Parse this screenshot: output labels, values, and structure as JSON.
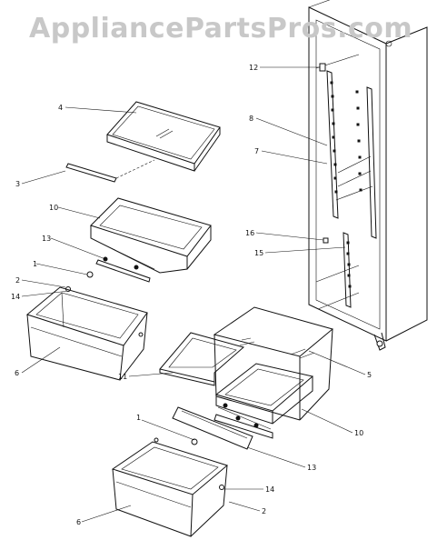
{
  "watermark": "AppliancePartsPros.com",
  "callouts": [
    {
      "id": "c-12-top",
      "text": "12"
    },
    {
      "id": "c-4",
      "text": "4"
    },
    {
      "id": "c-8",
      "text": "8"
    },
    {
      "id": "c-7",
      "text": "7"
    },
    {
      "id": "c-3",
      "text": "3"
    },
    {
      "id": "c-10-top",
      "text": "10"
    },
    {
      "id": "c-16",
      "text": "16"
    },
    {
      "id": "c-13-top",
      "text": "13"
    },
    {
      "id": "c-15",
      "text": "15"
    },
    {
      "id": "c-1-top",
      "text": "1"
    },
    {
      "id": "c-2-top",
      "text": "2"
    },
    {
      "id": "c-14-top",
      "text": "14"
    },
    {
      "id": "c-6-top",
      "text": "6"
    },
    {
      "id": "c-11",
      "text": "11"
    },
    {
      "id": "c-5",
      "text": "5"
    },
    {
      "id": "c-10-bottom",
      "text": "10"
    },
    {
      "id": "c-1-bottom",
      "text": "1"
    },
    {
      "id": "c-13-bottom",
      "text": "13"
    },
    {
      "id": "c-14-bottom",
      "text": "14"
    },
    {
      "id": "c-2-bottom",
      "text": "2"
    },
    {
      "id": "c-6-bottom",
      "text": "6"
    }
  ]
}
